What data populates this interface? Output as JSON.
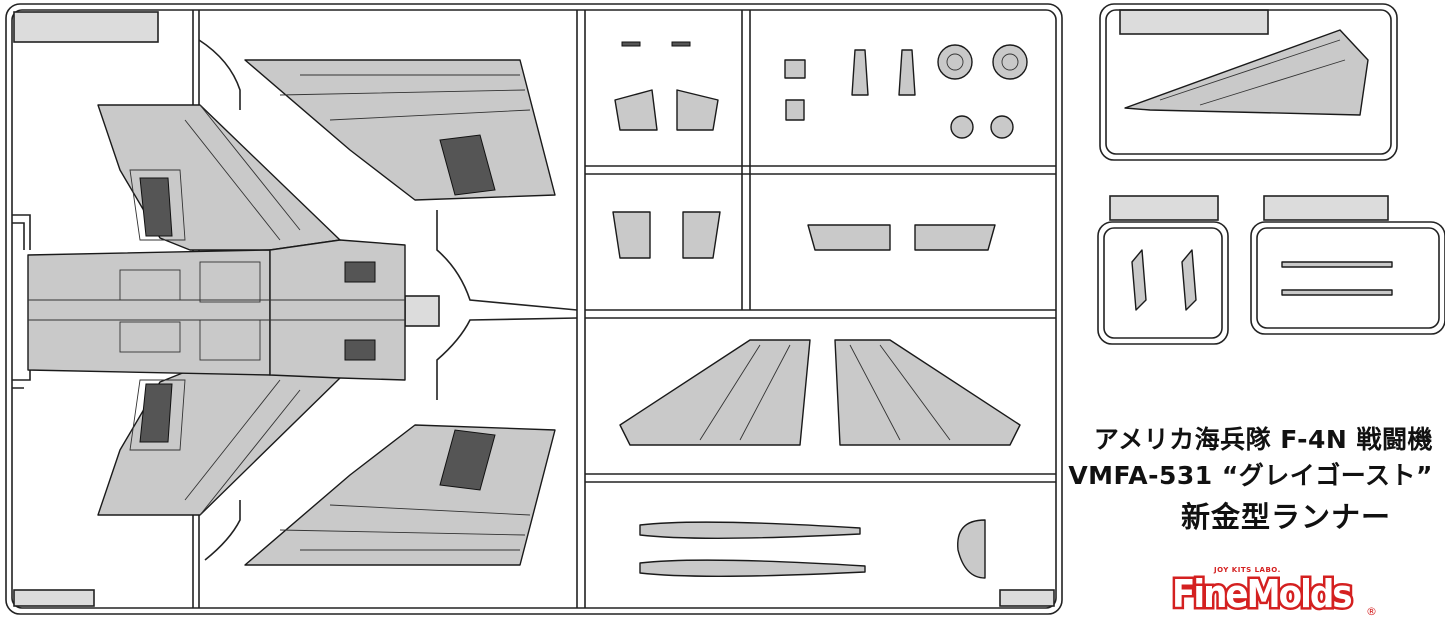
{
  "caption": {
    "line1": "アメリカ海兵隊 F-4N 戦闘機",
    "line2": "VMFA-531 “グレイゴースト”",
    "line3": "新金型ランナー"
  },
  "logo": {
    "text": "FineMolds",
    "subtext": "JOY KITS LABO.",
    "registered": "®",
    "color": "#d42020"
  },
  "colors": {
    "runner": "#dcdcdc",
    "part": "#c9c9c9",
    "outline": "#222222"
  }
}
